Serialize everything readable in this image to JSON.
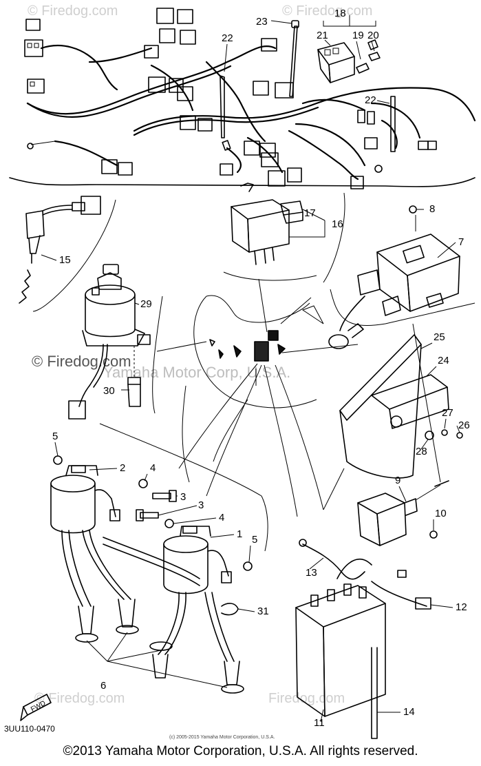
{
  "watermarks": [
    "© Firedog.com",
    "© Firedog.com",
    "© Firedog.com",
    "© Firedog.com",
    "Firedog.com",
    "Yamaha Motor Corp, U.S.A."
  ],
  "fwd_label": "FWD",
  "diagram_code": "3UU110-0470",
  "small_copyright": "(c) 2005-2015 Yamaha Motor Corporation, U.S.A.",
  "footer_copyright": "©2013 Yamaha Motor Corporation, U.S.A. All rights reserved.",
  "callouts": [
    "1",
    "2",
    "3",
    "3",
    "4",
    "4",
    "5",
    "5",
    "6",
    "7",
    "8",
    "9",
    "10",
    "11",
    "12",
    "13",
    "14",
    "15",
    "16",
    "17",
    "18",
    "19",
    "20",
    "21",
    "22",
    "22",
    "23",
    "24",
    "25",
    "26",
    "27",
    "28",
    "29",
    "30",
    "31"
  ]
}
